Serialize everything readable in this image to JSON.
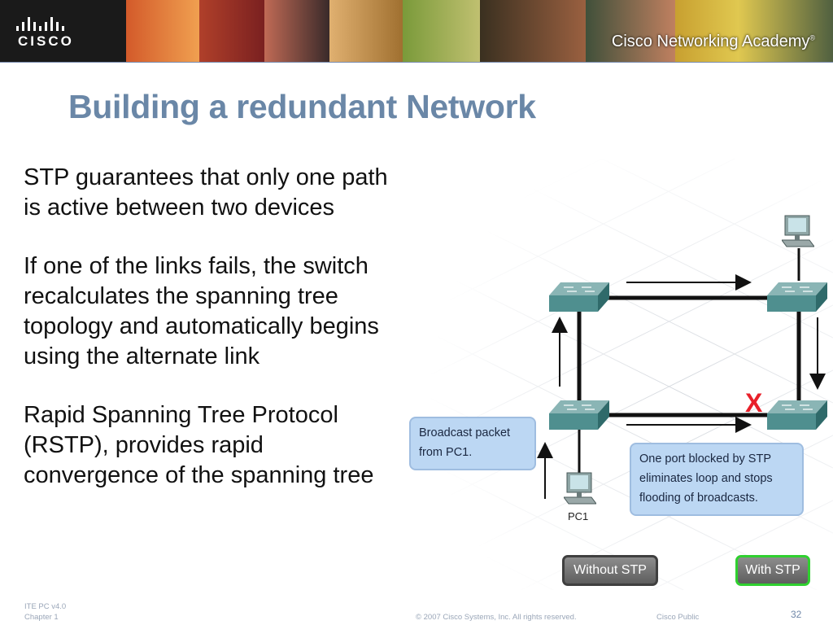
{
  "banner": {
    "logo_text": "CISCO",
    "academy_brand": "Cisco",
    "academy_rest": " Networking Academy",
    "registered": "®"
  },
  "slide": {
    "title": "Building a redundant Network",
    "bullets": [
      "STP guarantees that only one path is active between two devices",
      "If one of the links fails, the switch recalculates the spanning tree topology and automatically begins using the alternate link",
      "Rapid Spanning Tree Protocol (RSTP), provides rapid convergence of the spanning tree"
    ]
  },
  "diagram": {
    "callout_left": "Broadcast packet from PC1.",
    "callout_right": "One port blocked by STP eliminates loop and stops flooding of broadcasts.",
    "pc_label": "PC1",
    "blocked_marker": "X",
    "button_without": "Without STP",
    "button_with": "With STP",
    "colors": {
      "switch": "#4f8f8f",
      "blocked": "#e8202a",
      "callout_fill": "#bcd7f3",
      "active_button_border": "#2fd02f"
    }
  },
  "footer": {
    "course": "ITE PC v4.0",
    "chapter": "Chapter 1",
    "copyright": "© 2007 Cisco Systems, Inc. All rights reserved.",
    "classification": "Cisco Public",
    "page_number": "32"
  },
  "colors": {
    "title": "#6a87a7",
    "banner": "#1a1a1a"
  }
}
